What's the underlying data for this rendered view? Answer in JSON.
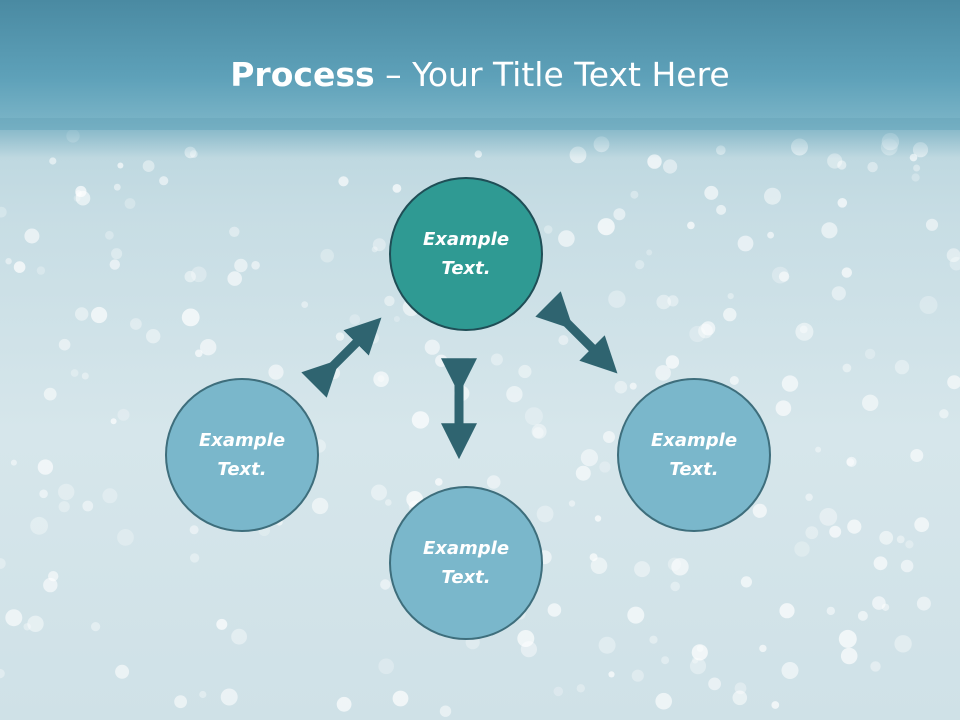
{
  "title": {
    "bold": "Process",
    "rest": " – Your Title Text Here"
  },
  "nodes": {
    "top": "Example Text.",
    "left": "Example Text.",
    "right": "Example Text.",
    "bottom": "Example Text."
  },
  "colors": {
    "header": "#5ea1b9",
    "center_node": "#2f9a93",
    "outer_node": "#7ab7cb",
    "node_border": "#3e6e7c",
    "arrow": "#2f6470"
  }
}
